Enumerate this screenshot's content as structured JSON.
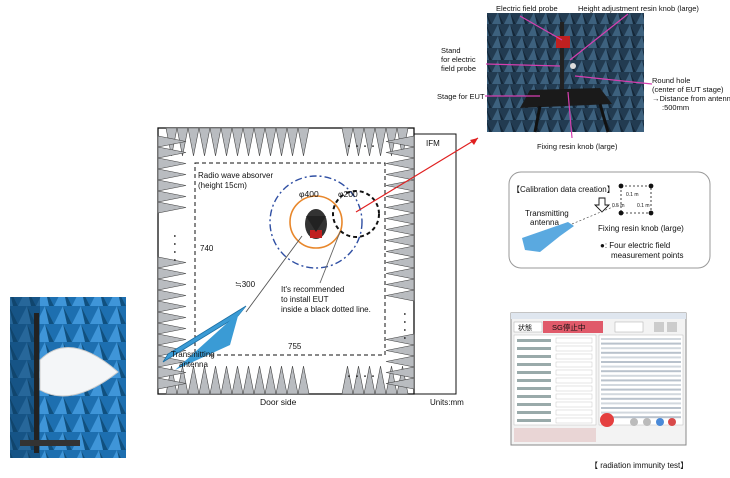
{
  "floor_plan": {
    "absorber_label_line1": "Radio wave absorver",
    "absorber_label_line2": "(height 15cm)",
    "dim_740": "740",
    "dim_755": "755",
    "dim_300": "≒300",
    "phi_400": "φ400",
    "phi_200": "φ200",
    "recommend_line1": "It's recommended",
    "recommend_line2": "to install EUT",
    "recommend_line3": "inside a black dotted line.",
    "antenna_label_line1": "Transmitting",
    "antenna_label_line2": "antenna",
    "door_side": "Door side",
    "units": "Units:mm",
    "ifm": "IFM",
    "dots": "・・・・"
  },
  "photo_labels": {
    "probe": "Electric field probe",
    "knob_large": "Height adjustment resin knob (large)",
    "stand_line1": "Stand",
    "stand_line2": "for electric",
    "stand_line3": "field probe",
    "stage": "Stage for EUT",
    "round_hole_line1": "Round hole",
    "round_hole_line2": "(center of EUT stage)",
    "round_hole_line3": "→Distance from antenna",
    "round_hole_line4": ":500mm",
    "fixing_knob": "Fixing resin knob (large)"
  },
  "calibration": {
    "title": "【Calibration data creation】",
    "antenna_line1": "Transmitting",
    "antenna_line2": "antenna",
    "fixing_knob": "Fixing resin knob (large)",
    "points_line1": "●: Four electric field",
    "points_line2": "measurement points",
    "d1": "0.1 m",
    "d2": "0.1 m",
    "d3": "0.5 m"
  },
  "software": {
    "status_label": "状態",
    "status_value": "SG停止中",
    "caption": "【 radiation immunity test】"
  },
  "colors": {
    "absorber": "#b9bcc0",
    "orange_circle": "#e8872b",
    "blue_circle": "#2f4fa3",
    "antenna": "#3a9bd5",
    "red_arrow": "#e02020",
    "magenta": "#d63fb0"
  }
}
